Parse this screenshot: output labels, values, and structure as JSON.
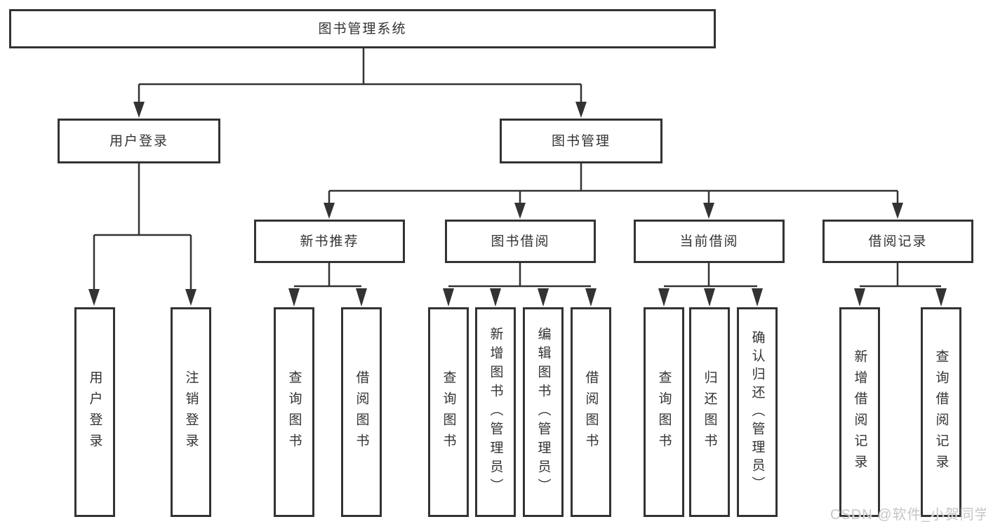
{
  "diagram_title": "图书管理系统",
  "tree": {
    "label": "图书管理系统",
    "children": [
      {
        "label": "用户登录",
        "children": [
          {
            "label": "用户登录"
          },
          {
            "label": "注销登录"
          }
        ]
      },
      {
        "label": "图书管理",
        "children": [
          {
            "label": "新书推荐",
            "children": [
              {
                "label": "查询图书"
              },
              {
                "label": "借阅图书"
              }
            ]
          },
          {
            "label": "图书借阅",
            "children": [
              {
                "label": "查询图书"
              },
              {
                "label": "新增图书（管理员）"
              },
              {
                "label": "编辑图书（管理员）"
              },
              {
                "label": "借阅图书"
              }
            ]
          },
          {
            "label": "当前借阅",
            "children": [
              {
                "label": "查询图书"
              },
              {
                "label": "归还图书"
              },
              {
                "label": "确认归还（管理员）"
              }
            ]
          },
          {
            "label": "借阅记录",
            "children": [
              {
                "label": "新增借阅记录"
              },
              {
                "label": "查询借阅记录"
              }
            ]
          }
        ]
      }
    ]
  },
  "watermark": {
    "text": "CSDN @软件_小贺同学"
  },
  "colors": {
    "line": "#333333",
    "box_border": "#333333",
    "text": "#333333",
    "watermark": "#c6c6c6",
    "background": "#ffffff"
  }
}
